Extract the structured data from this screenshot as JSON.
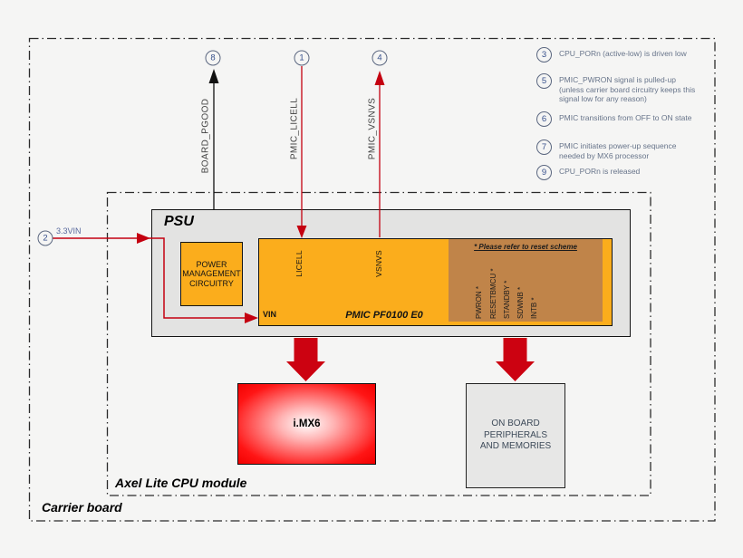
{
  "boards": {
    "carrier": "Carrier board",
    "module": "Axel Lite CPU module"
  },
  "psu": {
    "label": "PSU"
  },
  "pmc": {
    "label": "POWER\nMANAGEMENT\nCIRCUITRY"
  },
  "pmic": {
    "name": "PMIC PF0100 E0",
    "vin": "VIN",
    "licell": "LICELL",
    "vsnvs": "VSNVS",
    "reset_note": "* Please refer to reset scheme",
    "reset_pins": [
      "PWRON *",
      "RESETBMCU *",
      "STANDBY *",
      "SDWNB *",
      "INTB *"
    ]
  },
  "imx6": {
    "label": "i.MX6"
  },
  "onboard": {
    "label": "ON BOARD\nPERIPHERALS\nAND MEMORIES"
  },
  "signals": {
    "board_pgood": {
      "num": "8",
      "label": "BOARD_PGOOD"
    },
    "pmic_licell": {
      "num": "1",
      "label": "PMIC_LICELL"
    },
    "pmic_vsnvs": {
      "num": "4",
      "label": "PMIC_VSNVS"
    },
    "vin_33": {
      "num": "2",
      "label": "3.3VIN"
    }
  },
  "annotations": [
    {
      "num": "3",
      "text": "CPU_PORn (active-low) is driven low"
    },
    {
      "num": "5",
      "text": "PMIC_PWRON signal is pulled-up\n(unless carrier board circuitry keeps this\nsignal low for any reason)"
    },
    {
      "num": "6",
      "text": "PMIC transitions from OFF to ON state"
    },
    {
      "num": "7",
      "text": "PMIC initiates power-up sequence\nneeded by MX6 processor"
    },
    {
      "num": "9",
      "text": "CPU_PORn is released"
    }
  ],
  "colors": {
    "block_orange": "#fbad1c",
    "pin_brown": "#c08449",
    "wire_red": "#c40010",
    "arrow_red": "#cc0211",
    "psu_gray": "#e3e3e2",
    "note_text": "#67748a"
  }
}
